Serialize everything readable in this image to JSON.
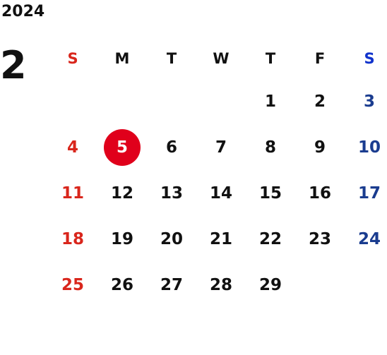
{
  "header": {
    "year": "2024",
    "month": "2"
  },
  "weekdays": [
    "S",
    "M",
    "T",
    "W",
    "T",
    "F",
    "S"
  ],
  "weeks": [
    [
      "",
      "",
      "",
      "",
      "1",
      "2",
      "3"
    ],
    [
      "4",
      "5",
      "6",
      "7",
      "8",
      "9",
      "10"
    ],
    [
      "11",
      "12",
      "13",
      "14",
      "15",
      "16",
      "17"
    ],
    [
      "18",
      "19",
      "20",
      "21",
      "22",
      "23",
      "24"
    ],
    [
      "25",
      "26",
      "27",
      "28",
      "29",
      "",
      ""
    ]
  ],
  "highlighted_day": "5",
  "colors": {
    "sunday": "#d9261c",
    "saturday": "#1a3c8f",
    "saturday_header": "#1133cc",
    "highlight": "#e0001b",
    "text": "#111111"
  }
}
